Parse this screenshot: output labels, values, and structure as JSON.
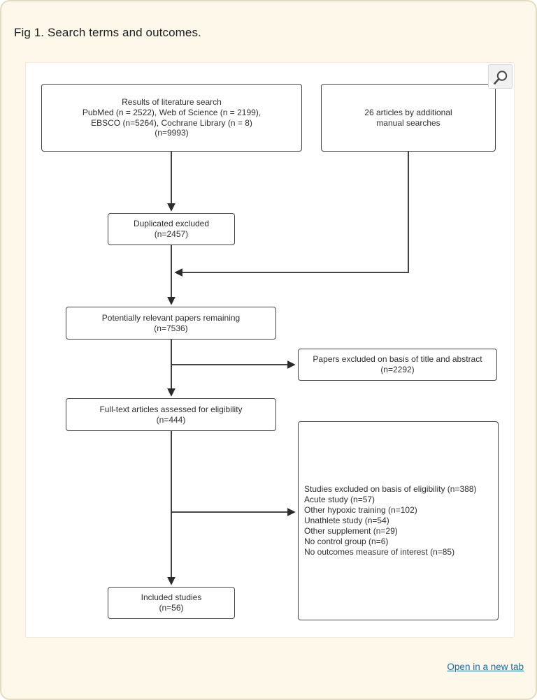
{
  "figure": {
    "title": "Fig 1. Search terms and outcomes.",
    "open_in_new_tab_label": "Open in a new tab"
  },
  "icons": {
    "zoom_button": "magnifier-icon"
  },
  "colors": {
    "page_background": "#fdf8e9",
    "page_border": "#e3dcc2",
    "panel_background": "#ffffff",
    "box_border": "#454545",
    "arrow": "#2b2b2b",
    "link": "#1b6ca8"
  },
  "diagram": {
    "boxes": {
      "literature_search": "Results of literature search\nPubMed (n = 2522), Web of Science (n = 2199),\nEBSCO (n=5264), Cochrane Library (n = 8)\n(n=9993)",
      "manual_searches": "26 articles by additional\nmanual searches",
      "duplicates_excluded": "Duplicated excluded\n(n=2457)",
      "relevant_papers": "Potentially relevant papers remaining\n(n=7536)",
      "title_abstract_excluded": "Papers excluded on basis of title and abstract\n(n=2292)",
      "fulltext_assessed": "Full-text articles assessed for eligibility\n(n=444)",
      "eligibility_excluded": "Studies excluded on basis of eligibility (n=388)\nAcute study (n=57)\nOther hypoxic training (n=102)\nUnathlete study (n=54)\nOther supplement (n=29)\nNo control group (n=6)\nNo outcomes measure of interest (n=85)",
      "included_studies": "Included studies\n(n=56)"
    }
  }
}
